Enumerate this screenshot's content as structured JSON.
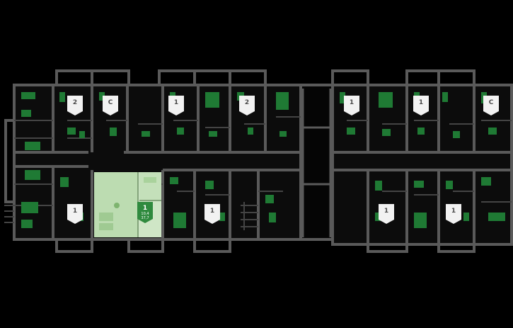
{
  "colors": {
    "background": "#000000",
    "wall": "#5a5a5a",
    "room_fill": "#101010",
    "furniture": "#1f7a34",
    "selected_apartment": "#cfe6c6",
    "badge_fill": "#f2f2f2",
    "badge_selected": "#2f8a3e"
  },
  "apartments": [
    {
      "id": "a1",
      "rooms": "2",
      "selected": false
    },
    {
      "id": "a2",
      "rooms": "С",
      "selected": false
    },
    {
      "id": "a3",
      "rooms": "1",
      "selected": false
    },
    {
      "id": "a4",
      "rooms": "2",
      "selected": false
    },
    {
      "id": "a5",
      "rooms": "1",
      "selected": false
    },
    {
      "id": "a6",
      "rooms": "1",
      "selected": false
    },
    {
      "id": "a7",
      "rooms": "С",
      "selected": false
    },
    {
      "id": "a8",
      "rooms": "1",
      "selected": false
    },
    {
      "id": "a9",
      "rooms": "1",
      "selected": true,
      "living_area": "10,4",
      "total_area": "37,7"
    },
    {
      "id": "a10",
      "rooms": "1",
      "selected": false
    },
    {
      "id": "a11",
      "rooms": "1",
      "selected": false
    },
    {
      "id": "a12",
      "rooms": "1",
      "selected": false
    }
  ]
}
